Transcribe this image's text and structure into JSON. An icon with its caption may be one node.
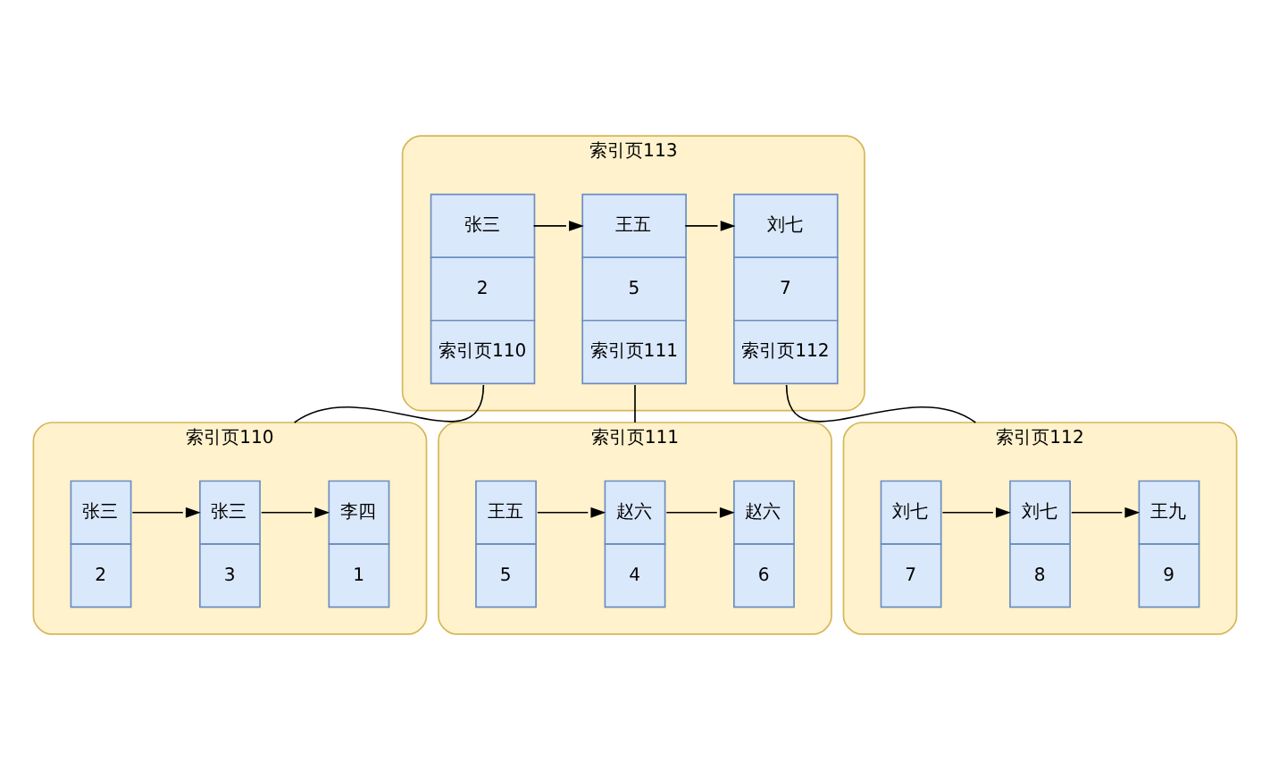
{
  "diagram": {
    "nodes": [
      {
        "text": [
          "索引页113"
        ]
      },
      {
        "text": [
          "张三",
          "2",
          "索引页110"
        ],
        "in": 0
      },
      {
        "text": [
          "王五",
          "5",
          "索引页111"
        ],
        "in": 0
      },
      {
        "text": [
          "刘七",
          "7",
          "索引页112"
        ],
        "in": 0
      },
      {
        "text": [
          "索引页110"
        ]
      },
      {
        "text": [
          "张三",
          "2"
        ],
        "in": 4
      },
      {
        "text": [
          "张三",
          "3"
        ],
        "in": 4
      },
      {
        "text": [
          "李四",
          "1"
        ],
        "in": 4
      },
      {
        "text": [
          "索引页111"
        ]
      },
      {
        "text": [
          "王五",
          "5"
        ],
        "in": 8
      },
      {
        "text": [
          "赵六",
          "4"
        ],
        "in": 8
      },
      {
        "text": [
          "赵六",
          "6"
        ],
        "in": 8
      },
      {
        "text": [
          "索引页112"
        ]
      },
      {
        "text": [
          "刘七",
          "7"
        ],
        "in": 12
      },
      {
        "text": [
          "刘七",
          "8"
        ],
        "in": 12
      },
      {
        "text": [
          "王九",
          "9"
        ],
        "in": 12
      }
    ],
    "edges": [
      {
        "from": 1,
        "to": 2,
        "arrow": "to"
      },
      {
        "from": 2,
        "to": 3,
        "arrow": "to"
      },
      {
        "from": 1,
        "to": 4,
        "arrow": "none"
      },
      {
        "from": 2,
        "to": 8,
        "arrow": "none"
      },
      {
        "from": 3,
        "to": 12,
        "arrow": "none"
      },
      {
        "from": 5,
        "to": 6,
        "arrow": "to"
      },
      {
        "from": 6,
        "to": 7,
        "arrow": "to"
      },
      {
        "from": 9,
        "to": 10,
        "arrow": "to"
      },
      {
        "from": 10,
        "to": 11,
        "arrow": "to"
      },
      {
        "from": 13,
        "to": 14,
        "arrow": "to"
      },
      {
        "from": 14,
        "to": 15,
        "arrow": "to"
      }
    ]
  }
}
